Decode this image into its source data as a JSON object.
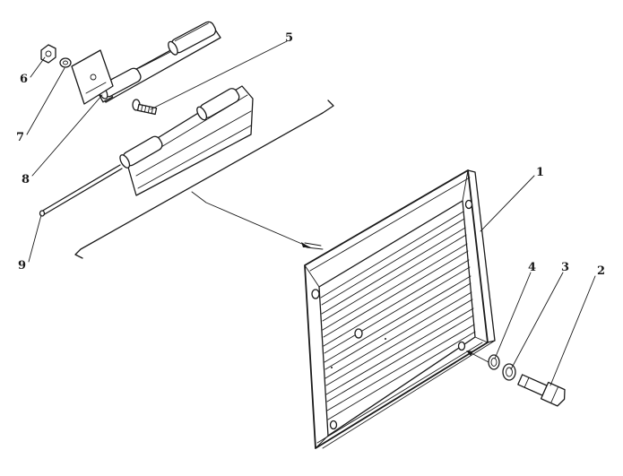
{
  "callouts": {
    "c1": "1",
    "c2": "2",
    "c3": "3",
    "c4": "4",
    "c5": "5",
    "c6": "6",
    "c7": "7",
    "c8": "8",
    "c9": "9"
  },
  "colors": {
    "ink": "#1a1a1a",
    "paper": "#ffffff",
    "shade": "#d9d9d9"
  }
}
